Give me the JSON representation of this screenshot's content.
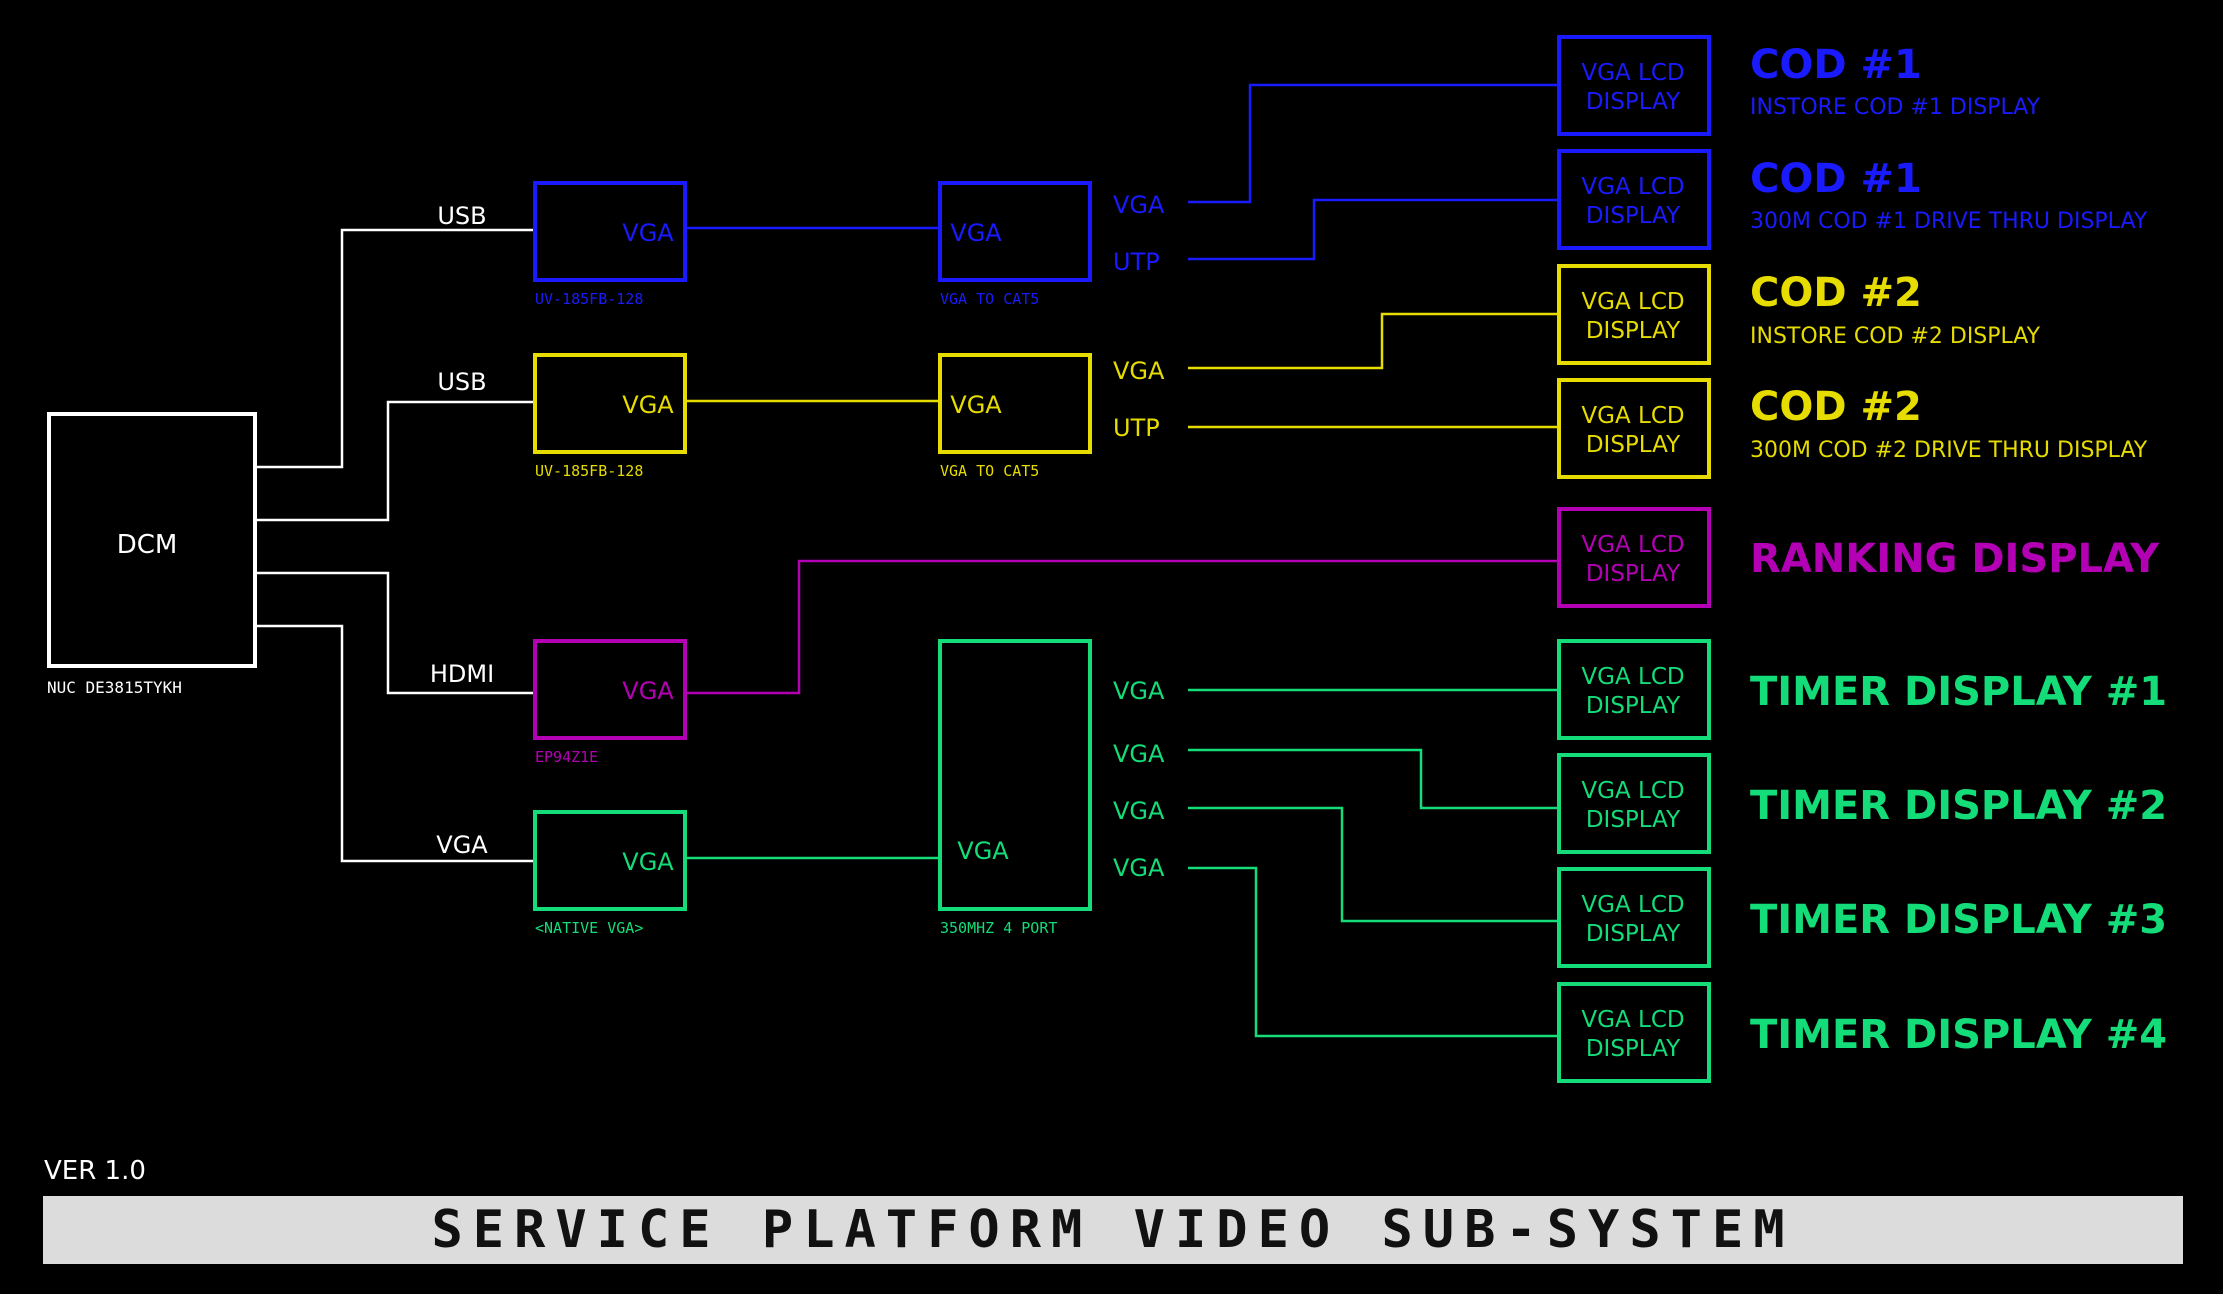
{
  "diagram": {
    "dcm": {
      "label": "DCM",
      "model": "NUC DE3815TYKH"
    },
    "links": {
      "usb1": "USB",
      "usb2": "USB",
      "hdmi": "HDMI",
      "vga": "VGA"
    },
    "adapters": [
      {
        "id": "a1",
        "label": "VGA",
        "model": "UV-185FB-128",
        "color": "#1a1aff"
      },
      {
        "id": "a2",
        "label": "VGA",
        "model": "UV-185FB-128",
        "color": "#e6dc00"
      },
      {
        "id": "a3",
        "label": "VGA",
        "model": "EP94Z1E",
        "color": "#b400b4"
      },
      {
        "id": "a4",
        "label": "VGA",
        "model": "<NATIVE VGA>",
        "color": "#14dc78"
      }
    ],
    "converters": [
      {
        "id": "c1",
        "label": "VGA",
        "model": "VGA TO CAT5",
        "out1": "VGA",
        "out2": "UTP",
        "color": "#1a1aff"
      },
      {
        "id": "c2",
        "label": "VGA",
        "model": "VGA TO CAT5",
        "out1": "VGA",
        "out2": "UTP",
        "color": "#e6dc00"
      }
    ],
    "splitter": {
      "label": "VGA",
      "model": "350MHZ 4 PORT",
      "outputs": [
        "VGA",
        "VGA",
        "VGA",
        "VGA"
      ],
      "color": "#14dc78"
    },
    "displays": [
      {
        "line1": "VGA LCD",
        "line2": "DISPLAY",
        "title": "COD #1",
        "subtitle": "INSTORE COD #1 DISPLAY",
        "color": "#1a1aff"
      },
      {
        "line1": "VGA LCD",
        "line2": "DISPLAY",
        "title": "COD #1",
        "subtitle": "300M COD #1 DRIVE THRU DISPLAY",
        "color": "#1a1aff"
      },
      {
        "line1": "VGA LCD",
        "line2": "DISPLAY",
        "title": "COD #2",
        "subtitle": "INSTORE COD #2 DISPLAY",
        "color": "#e6dc00"
      },
      {
        "line1": "VGA LCD",
        "line2": "DISPLAY",
        "title": "COD #2",
        "subtitle": "300M COD #2 DRIVE THRU DISPLAY",
        "color": "#e6dc00"
      },
      {
        "line1": "VGA LCD",
        "line2": "DISPLAY",
        "title": "RANKING DISPLAY",
        "subtitle": "",
        "color": "#b400b4"
      },
      {
        "line1": "VGA LCD",
        "line2": "DISPLAY",
        "title": "TIMER DISPLAY #1",
        "subtitle": "",
        "color": "#14dc78"
      },
      {
        "line1": "VGA LCD",
        "line2": "DISPLAY",
        "title": "TIMER DISPLAY #2",
        "subtitle": "",
        "color": "#14dc78"
      },
      {
        "line1": "VGA LCD",
        "line2": "DISPLAY",
        "title": "TIMER DISPLAY #3",
        "subtitle": "",
        "color": "#14dc78"
      },
      {
        "line1": "VGA LCD",
        "line2": "DISPLAY",
        "title": "TIMER DISPLAY #4",
        "subtitle": "",
        "color": "#14dc78"
      }
    ]
  },
  "footer": {
    "version": "VER 1.0",
    "title": "SERVICE PLATFORM VIDEO SUB-SYSTEM"
  }
}
